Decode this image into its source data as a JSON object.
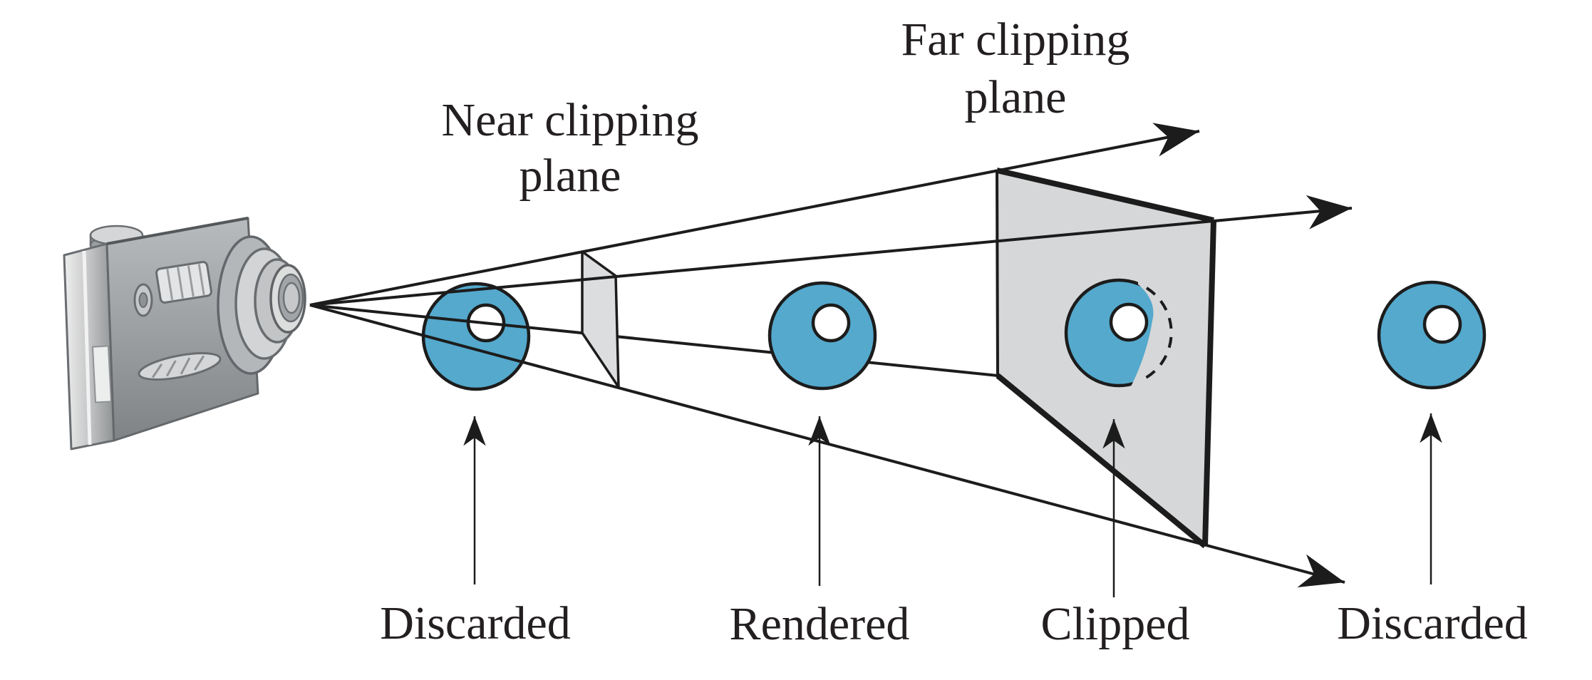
{
  "figure": {
    "description": "View frustum clipping diagram: camera, near and far clipping planes, four torus objects"
  },
  "labels": {
    "near_clipping": [
      "Near clipping",
      "plane"
    ],
    "far_clipping": [
      "Far clipping",
      "plane"
    ],
    "objects": [
      "Discarded",
      "Rendered",
      "Clipped",
      "Discarded"
    ]
  },
  "colors": {
    "torus-fill": "#54a9cd",
    "plane-fill": "#d6d7d8",
    "near-plane-fill": "#dcddde",
    "line": "#1c1c1c",
    "text": "#231f20",
    "bg": "#ffffff"
  }
}
